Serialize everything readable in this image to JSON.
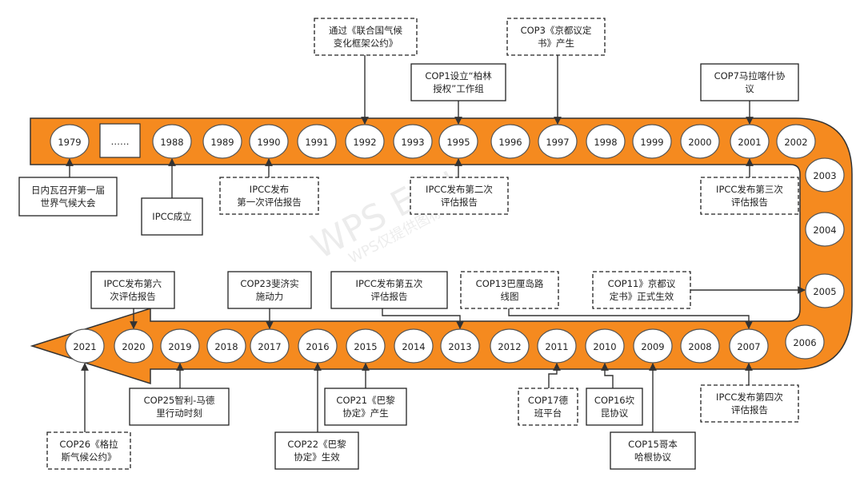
{
  "colors": {
    "band": "#F58A1F",
    "band_edge": "#333333",
    "node_fill": "#FFFFFF",
    "node_edge": "#555555",
    "box_edge": "#222222",
    "arrow": "#333333"
  },
  "ellipsis": "……",
  "watermark": {
    "main": "WPS Edu",
    "sub": "WPS仅提供图标"
  },
  "years": {
    "top": [
      "1979",
      "1988",
      "1989",
      "1990",
      "1991",
      "1992",
      "1993",
      "1995",
      "1996",
      "1997",
      "1998",
      "1999",
      "2000",
      "2001",
      "2002"
    ],
    "right": [
      "2003",
      "2004",
      "2005",
      "2006"
    ],
    "bottom": [
      "2021",
      "2020",
      "2019",
      "2018",
      "2017",
      "2016",
      "2015",
      "2014",
      "2013",
      "2012",
      "2011",
      "2010",
      "2009",
      "2008",
      "2007"
    ]
  },
  "events": [
    {
      "year": "1979",
      "lines": [
        "日内瓦召开第一届",
        "世界气候大会"
      ],
      "style": "solid"
    },
    {
      "year": "1988",
      "lines": [
        "IPCC成立"
      ],
      "style": "solid"
    },
    {
      "year": "1990",
      "lines": [
        "IPCC发布",
        "第一次评估报告"
      ],
      "style": "dashed"
    },
    {
      "year": "1992",
      "lines": [
        "通过《联合国气候",
        "变化框架公约》"
      ],
      "style": "dashed"
    },
    {
      "year": "1995",
      "lines": [
        "COP1设立“柏林",
        "授权”工作组"
      ],
      "style": "solid"
    },
    {
      "year": "1995",
      "lines": [
        "IPCC发布第二次",
        "评估报告"
      ],
      "style": "dashed"
    },
    {
      "year": "1997",
      "lines": [
        "COP3《京都议定",
        "书》产生"
      ],
      "style": "dashed"
    },
    {
      "year": "2001",
      "lines": [
        "COP7马拉喀什协",
        "议"
      ],
      "style": "solid"
    },
    {
      "year": "2001",
      "lines": [
        "IPCC发布第三次",
        "评估报告"
      ],
      "style": "dashed"
    },
    {
      "year": "2005",
      "lines": [
        "COP11》京都议",
        "定书》正式生效"
      ],
      "style": "dashed"
    },
    {
      "year": "2007",
      "lines": [
        "COP13巴厘岛路",
        "线图"
      ],
      "style": "dashed"
    },
    {
      "year": "2007",
      "lines": [
        "IPCC发布第四次",
        "评估报告"
      ],
      "style": "dashed"
    },
    {
      "year": "2009",
      "lines": [
        "COP15哥本",
        "哈根协议"
      ],
      "style": "solid"
    },
    {
      "year": "2010",
      "lines": [
        "COP16坎",
        "昆协议"
      ],
      "style": "solid"
    },
    {
      "year": "2011",
      "lines": [
        "COP17德",
        "班平台"
      ],
      "style": "dashed"
    },
    {
      "year": "2013",
      "lines": [
        "IPCC发布第五次",
        "评估报告"
      ],
      "style": "solid"
    },
    {
      "year": "2015",
      "lines": [
        "COP21《巴黎",
        "协定》产生"
      ],
      "style": "solid"
    },
    {
      "year": "2016",
      "lines": [
        "COP22《巴黎",
        "协定》生效"
      ],
      "style": "solid"
    },
    {
      "year": "2017",
      "lines": [
        "COP23斐济实",
        "施动力"
      ],
      "style": "solid"
    },
    {
      "year": "2019",
      "lines": [
        "COP25智利-马德",
        "里行动时刻"
      ],
      "style": "solid"
    },
    {
      "year": "2020",
      "lines": [
        "IPCC发布第六",
        "次评估报告"
      ],
      "style": "solid"
    },
    {
      "year": "2021",
      "lines": [
        "COP26《格拉",
        "斯气候公约》"
      ],
      "style": "dashed"
    }
  ]
}
